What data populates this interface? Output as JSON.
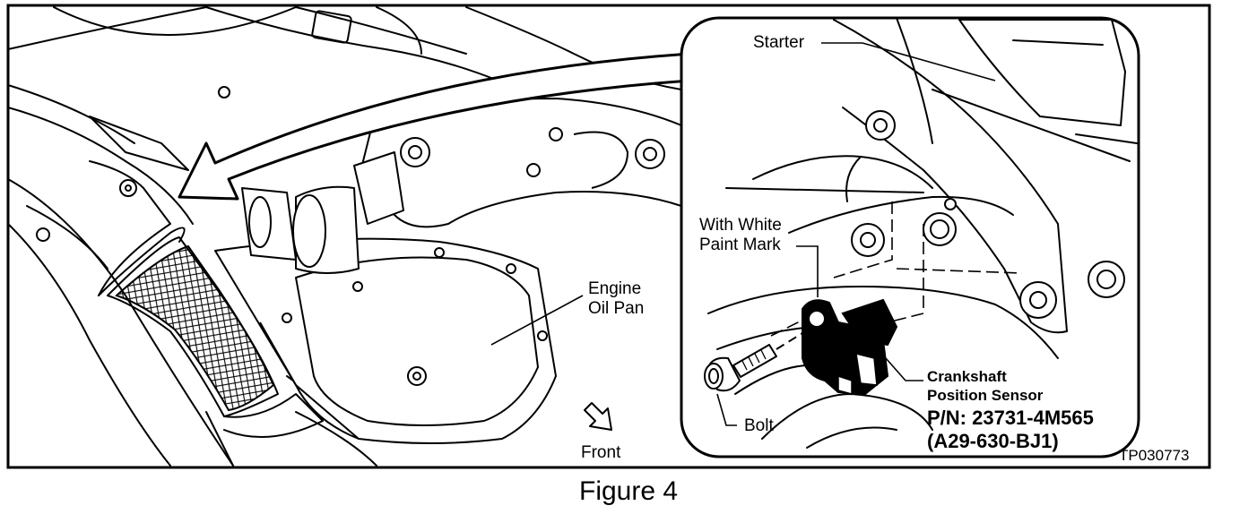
{
  "labels": {
    "starter": "Starter",
    "with_white_paint_mark_line1": "With White",
    "with_white_paint_mark_line2": "Paint Mark",
    "engine_oil_pan_line1": "Engine",
    "engine_oil_pan_line2": "Oil Pan",
    "crankshaft_line1": "Crankshaft",
    "crankshaft_line2": "Position Sensor",
    "part_number": "P/N: 23731-4M565",
    "alt_number": "(A29-630-BJ1)",
    "bolt": "Bolt",
    "front": "Front",
    "tp_code": "TP030773"
  },
  "caption": "Figure 4"
}
